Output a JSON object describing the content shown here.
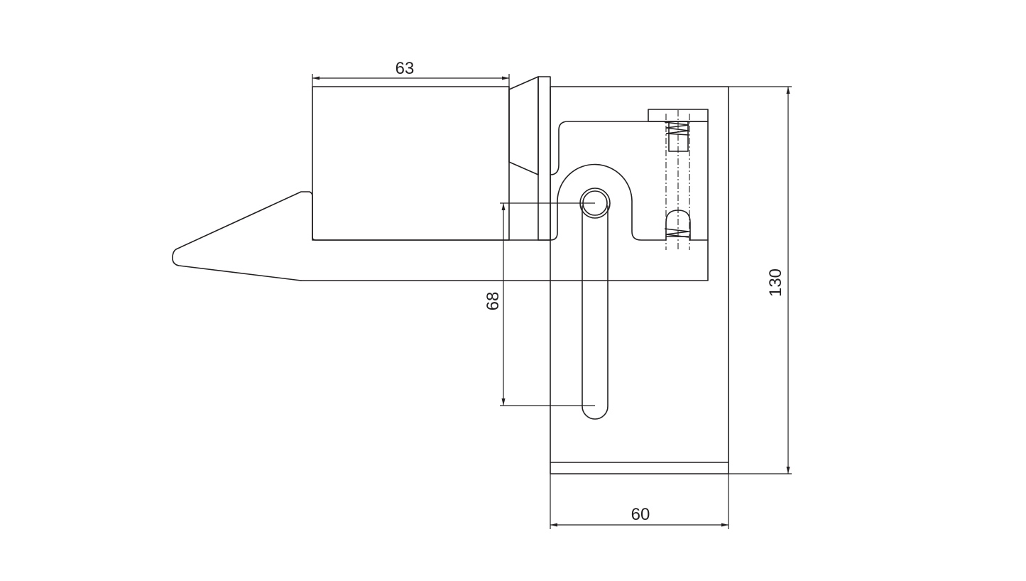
{
  "drawing": {
    "dimensions": {
      "length_63": "63",
      "length_60": "60",
      "height_130": "130",
      "travel_68": "68"
    },
    "colors": {
      "line": "#231f20",
      "background": "#ffffff"
    }
  }
}
